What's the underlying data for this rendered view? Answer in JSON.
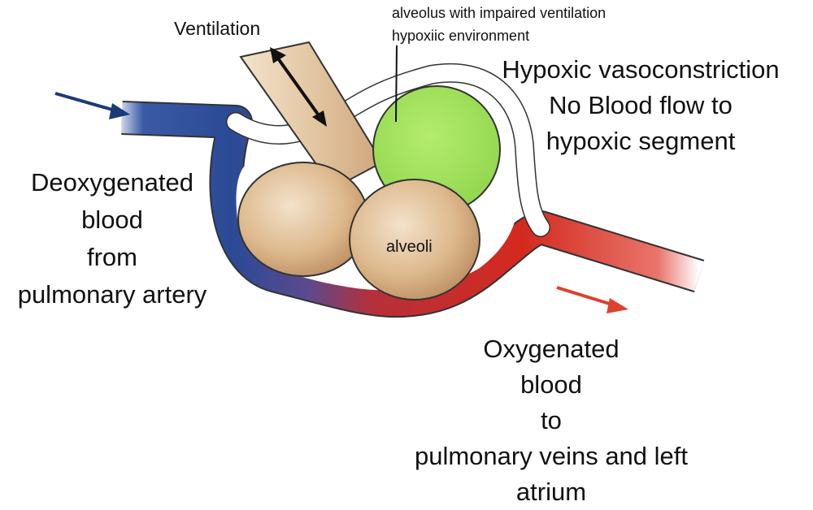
{
  "labels": {
    "ventilation": "Ventilation",
    "annotation_line1": "alveolus with impaired ventilation",
    "annotation_line2": "hypoxiic environment",
    "hypoxic_lines": [
      "Hypoxic vasoconstriction",
      "No Blood flow to",
      "hypoxic segment"
    ],
    "deoxygenated_lines": [
      "Deoxygenated",
      "blood",
      "from",
      "pulmonary artery"
    ],
    "alveoli": "alveoli",
    "oxygenated_lines": [
      "Oxygenated",
      "blood",
      "to",
      "pulmonary veins and left",
      "atrium"
    ]
  },
  "colors": {
    "deoxygenated_blood": "#2a4a96",
    "oxygenated_blood": "#d42a1e",
    "inflow_arrow": "#1b3a78",
    "outflow_arrow": "#e0402e",
    "hypoxic_alveolus": "#a2e256",
    "normal_alveolus": "#dcb98f",
    "airway": "#e3c7a3",
    "ventilation_arrow": "#111111"
  },
  "icons": [
    "inflow-arrow-icon",
    "outflow-arrow-icon",
    "ventilation-double-arrow-icon"
  ]
}
